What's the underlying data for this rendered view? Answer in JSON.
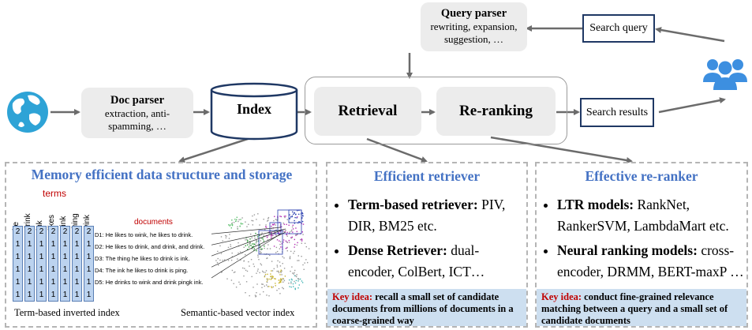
{
  "pipeline": {
    "query_parser": {
      "title": "Query parser",
      "desc": "rewriting, expansion, suggestion, …"
    },
    "search_query": "Search query",
    "doc_parser": {
      "title": "Doc parser",
      "desc": "extraction, anti-spamming, …"
    },
    "index": "Index",
    "retrieval": "Retrieval",
    "reranking": "Re-ranking",
    "search_results": "Search results",
    "icons": {
      "globe": "globe-icon",
      "users": "users-icon"
    }
  },
  "panels": {
    "memory": {
      "title": "Memory efficient data structure and storage",
      "terms_label": "terms",
      "terms": [
        "he",
        "drink",
        "ink",
        "likes",
        "pink",
        "thing",
        "wink"
      ],
      "matrix_rows": [
        [
          "2",
          "2",
          "2",
          "2",
          "2",
          "2",
          "2"
        ],
        [
          "1",
          "1",
          "1",
          "1",
          "1",
          "1",
          "1"
        ],
        [
          "1",
          "1",
          "1",
          "1",
          "1",
          "1",
          "1"
        ],
        [
          "1",
          "1",
          "1",
          "1",
          "1",
          "1",
          "1"
        ],
        [
          "1",
          "1",
          "1",
          "1",
          "1",
          "1",
          "1"
        ],
        [
          "1",
          "1",
          "1",
          "1",
          "1",
          "1",
          "1"
        ]
      ],
      "documents_label": "documents",
      "documents": [
        "D1: He likes to wink, he likes to drink.",
        "D2: He likes to drink, and drink, and drink.",
        "D3: The thing he likes to drink is ink.",
        "D4: The ink he likes to drink is ping.",
        "D5: He drinks to wink and drink pingk ink."
      ],
      "caption_left": "Term-based inverted index",
      "caption_right": "Semantic-based vector index"
    },
    "retriever": {
      "title": "Efficient retriever",
      "b1_bold": "Term-based retriever:",
      "b1_rest": " PIV, DIR, BM25 etc.",
      "b2_bold": "Dense Retriever:",
      "b2_rest": " dual-encoder, ColBert, ICT…",
      "key_label": "Key idea:",
      "key_text": " recall a small set of candidate documents from millions of documents in a coarse-grained way"
    },
    "reranker": {
      "title": "Effective re-ranker",
      "b1_bold": "LTR models:",
      "b1_rest": " RankNet, RankerSVM, LambdaMart etc.",
      "b2_bold": "Neural ranking models:",
      "b2_rest": " cross-encoder, DRMM, BERT-maxP …",
      "key_label": "Key idea:",
      "key_text": " conduct fine-grained relevance matching between a query and a small set of candidate documents"
    }
  },
  "colors": {
    "accent": "#4472c4",
    "navy": "#1f3864",
    "key_red": "#c00000",
    "key_bg": "#cddff0",
    "globe": "#2ea3d6",
    "users": "#3d8fe0"
  }
}
